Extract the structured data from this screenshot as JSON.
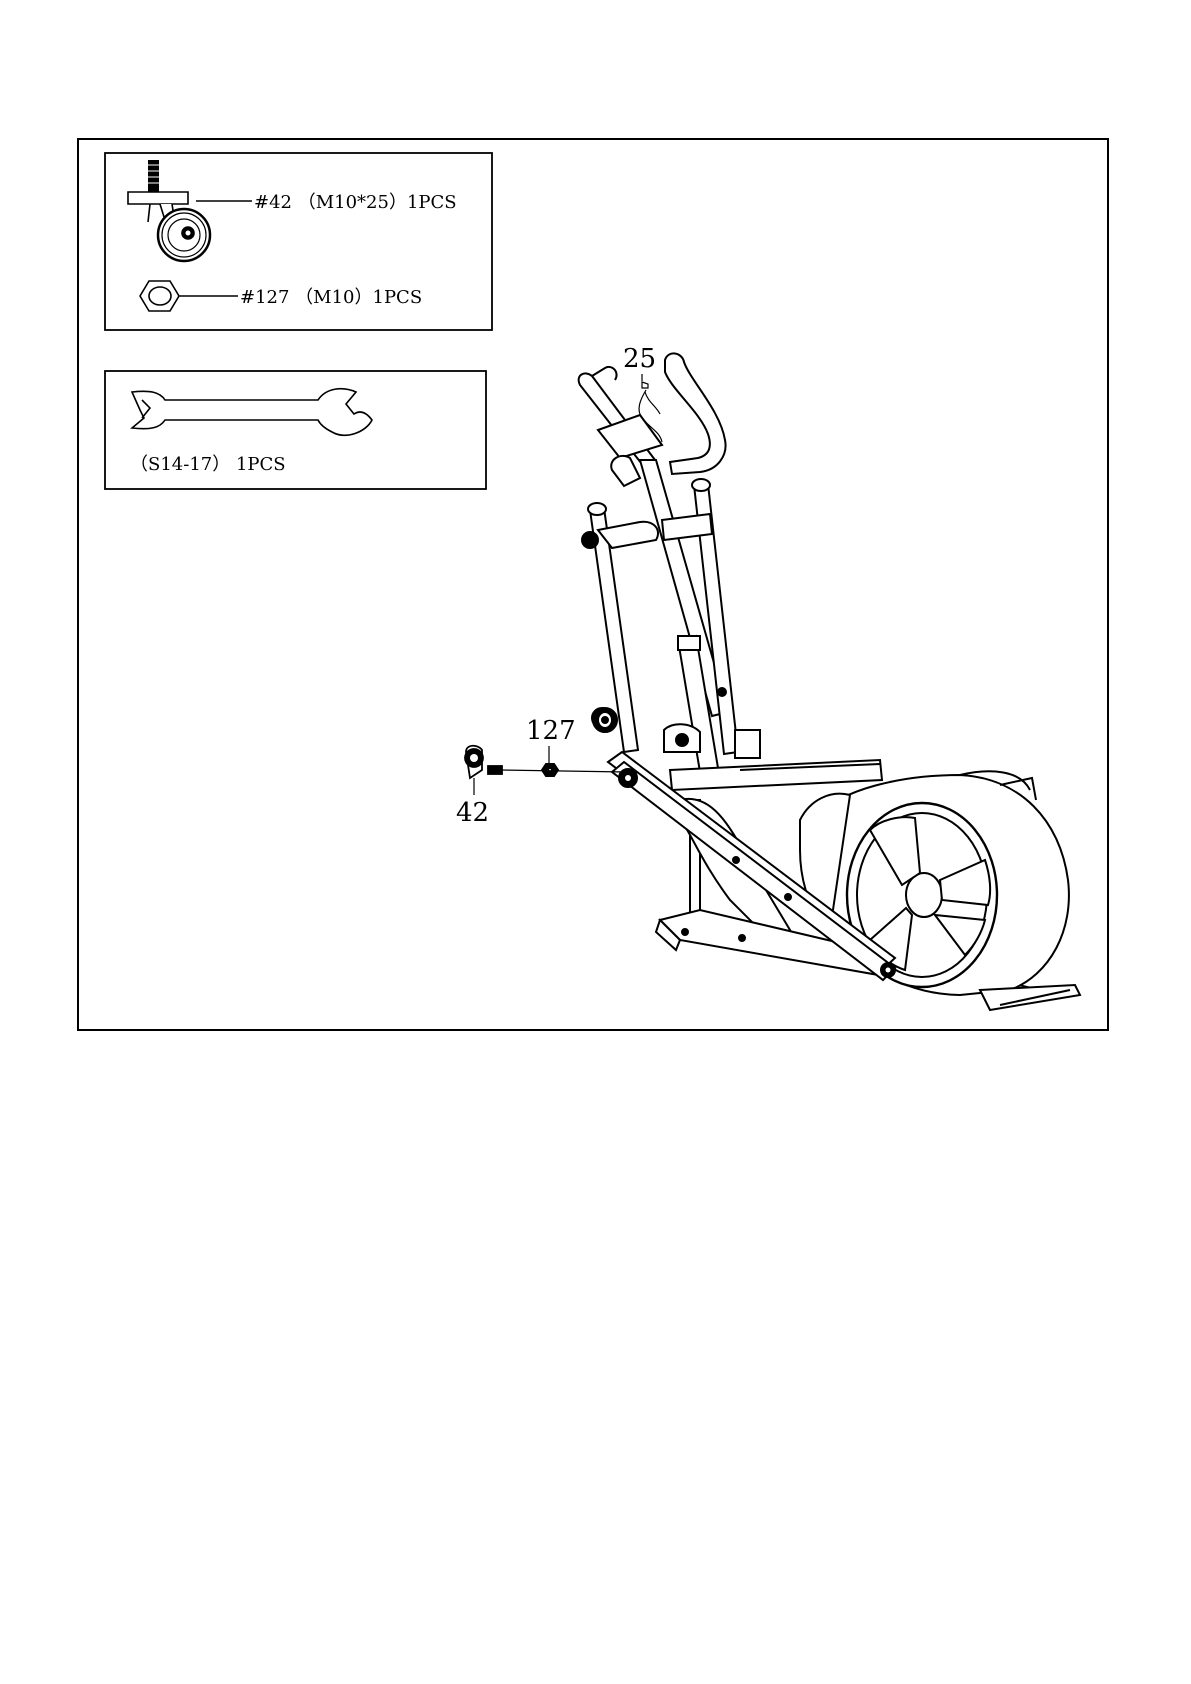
{
  "hardware_panel": {
    "items": [
      {
        "label": "#42 （M10*25）1PCS",
        "icon": "caster-wheel-icon"
      },
      {
        "label": "#127 （M10）1PCS",
        "icon": "hex-nut-icon"
      }
    ]
  },
  "tool_panel": {
    "label": "（S14-17） 1PCS",
    "icon": "open-end-wrench-icon"
  },
  "callouts": {
    "c25": "25",
    "c127": "127",
    "c42": "42"
  }
}
